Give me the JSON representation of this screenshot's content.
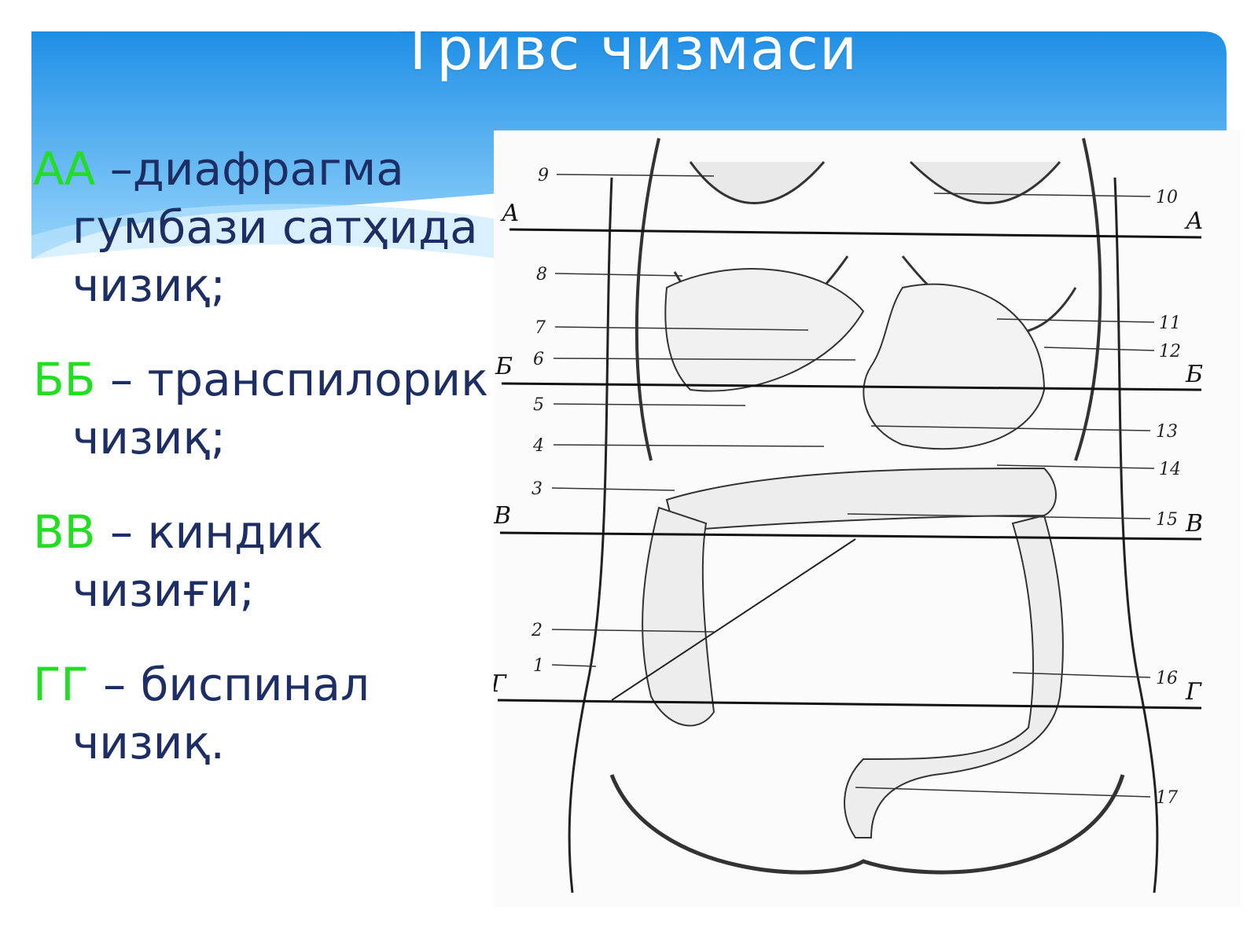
{
  "slide": {
    "title": "Тривс чизмаси",
    "lines": [
      {
        "key": "АА",
        "text": " –диафрагма",
        "cont": [
          "гумбази сатҳида",
          "чизиқ;"
        ]
      },
      {
        "key": "ББ",
        "text": " – транспилорик",
        "cont": [
          "чизиқ;"
        ]
      },
      {
        "key": "ВВ",
        "text": " – киндик",
        "cont": [
          "чизиғи;"
        ]
      },
      {
        "key": "ГГ",
        "text": " – биспинал",
        "cont": [
          "чизиқ."
        ]
      }
    ]
  },
  "figure": {
    "planes": [
      {
        "left": "А",
        "right": "А"
      },
      {
        "left": "Б",
        "right": "Б"
      },
      {
        "left": "В",
        "right": "В"
      },
      {
        "left": "Г",
        "right": "Г"
      }
    ],
    "left_numbers": [
      "9",
      "8",
      "7",
      "6",
      "5",
      "4",
      "3",
      "2",
      "1"
    ],
    "right_numbers": [
      "10",
      "11",
      "12",
      "13",
      "14",
      "15",
      "16",
      "17"
    ]
  },
  "colors": {
    "key_color": "#22dd22",
    "text_color": "#1c2e63",
    "banner_top": "#1e8fe6",
    "banner_bottom": "#8fd0fb"
  }
}
